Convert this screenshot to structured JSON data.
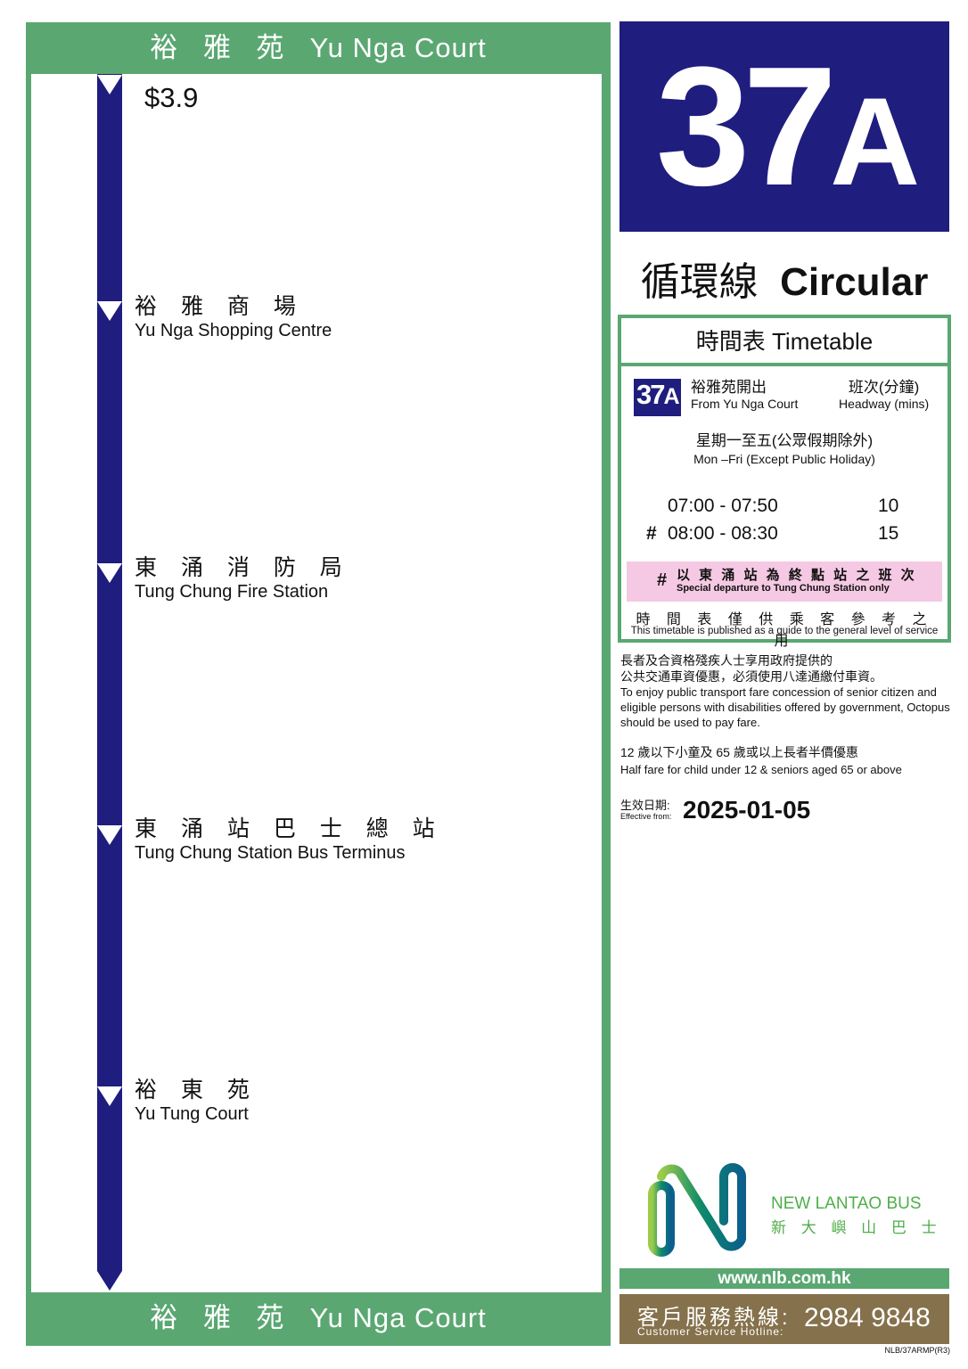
{
  "route": {
    "number": "37",
    "suffix": "A",
    "type_zh": "循環線",
    "type_en": "Circular"
  },
  "header": {
    "origin_zh": "裕 雅 苑",
    "origin_en": "Yu Nga Court"
  },
  "footer": {
    "destination_zh": "裕 雅 苑",
    "destination_en": "Yu Nga Court"
  },
  "fare": "$3.9",
  "stops": [
    {
      "zh": "裕 雅 商 場",
      "en": "Yu Nga Shopping Centre"
    },
    {
      "zh": "東 涌 消 防 局",
      "en": "Tung Chung Fire Station"
    },
    {
      "zh": "東 涌 站 巴 士 總 站",
      "en": "Tung Chung Station Bus Terminus"
    },
    {
      "zh": "裕 東 苑",
      "en": "Yu Tung Court"
    }
  ],
  "timetable": {
    "title": "時間表 Timetable",
    "badge_number": "37",
    "badge_suffix": "A",
    "from_zh": "裕雅苑開出",
    "from_en": "From Yu Nga Court",
    "headway_zh": "班次(分鐘)",
    "headway_en": "Headway (mins)",
    "days_zh": "星期一至五(公眾假期除外)",
    "days_en": "Mon –Fri (Except Public Holiday)",
    "rows": [
      {
        "mark": "",
        "time": "07:00 - 07:50",
        "headway": "10"
      },
      {
        "mark": "#",
        "time": "08:00 - 08:30",
        "headway": "15"
      }
    ],
    "note_mark": "#",
    "note_zh": "以 東 涌 站 為 終 點 站 之 班 次",
    "note_en": "Special departure to Tung Chung Station only",
    "guide_zh": "時 間 表 僅 供 乘 客 參 考 之 用",
    "guide_en": "This timetable is published as a guide to the general level of service"
  },
  "notices": {
    "concession_zh1": "長者及合資格殘疾人士享用政府提供的",
    "concession_zh2": "公共交通車資優惠，必須使用八達通繳付車資。",
    "concession_en": "To enjoy public transport fare concession of senior citizen and eligible persons with disabilities offered by government, Octopus should be used to pay fare.",
    "half_zh": "12 歲以下小童及 65 歲或以上長者半價優惠",
    "half_en": "Half fare for child under 12 & seniors aged 65 or above",
    "effective_zh": "生效日期:",
    "effective_en": "Effective from:",
    "effective_date": "2025-01-05"
  },
  "brand": {
    "name_en": "NEW LANTAO BUS",
    "name_zh": "新 大 嶼 山 巴 士",
    "website": "www.nlb.com.hk",
    "hotline_zh": "客戶服務熱線:",
    "hotline_en": "Customer Service Hotline:",
    "hotline": "2984 9848",
    "code": "NLB/37ARMP(R3)"
  },
  "colors": {
    "green": "#5aa772",
    "navy": "#1f1d7e",
    "pink": "#f5c9e3",
    "brown": "#85714b"
  }
}
